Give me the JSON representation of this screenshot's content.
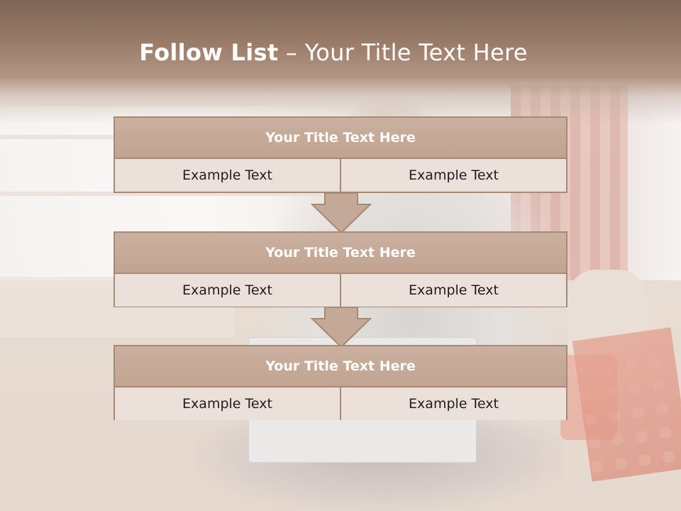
{
  "header": {
    "title_bold": "Follow List",
    "title_rest": " – Your Title Text Here"
  },
  "steps": [
    {
      "title": "Your Title Text Here",
      "cells": [
        "Example Text",
        "Example Text"
      ]
    },
    {
      "title": "Your Title Text Here",
      "cells": [
        "Example Text",
        "Example Text"
      ]
    },
    {
      "title": "Your Title Text Here",
      "cells": [
        "Example Text",
        "Example Text"
      ]
    }
  ],
  "colors": {
    "header_dark": "#7d6556",
    "box_fill": "#c1a391",
    "box_border": "#a78a76",
    "cell_fill": "#ebe0da"
  }
}
